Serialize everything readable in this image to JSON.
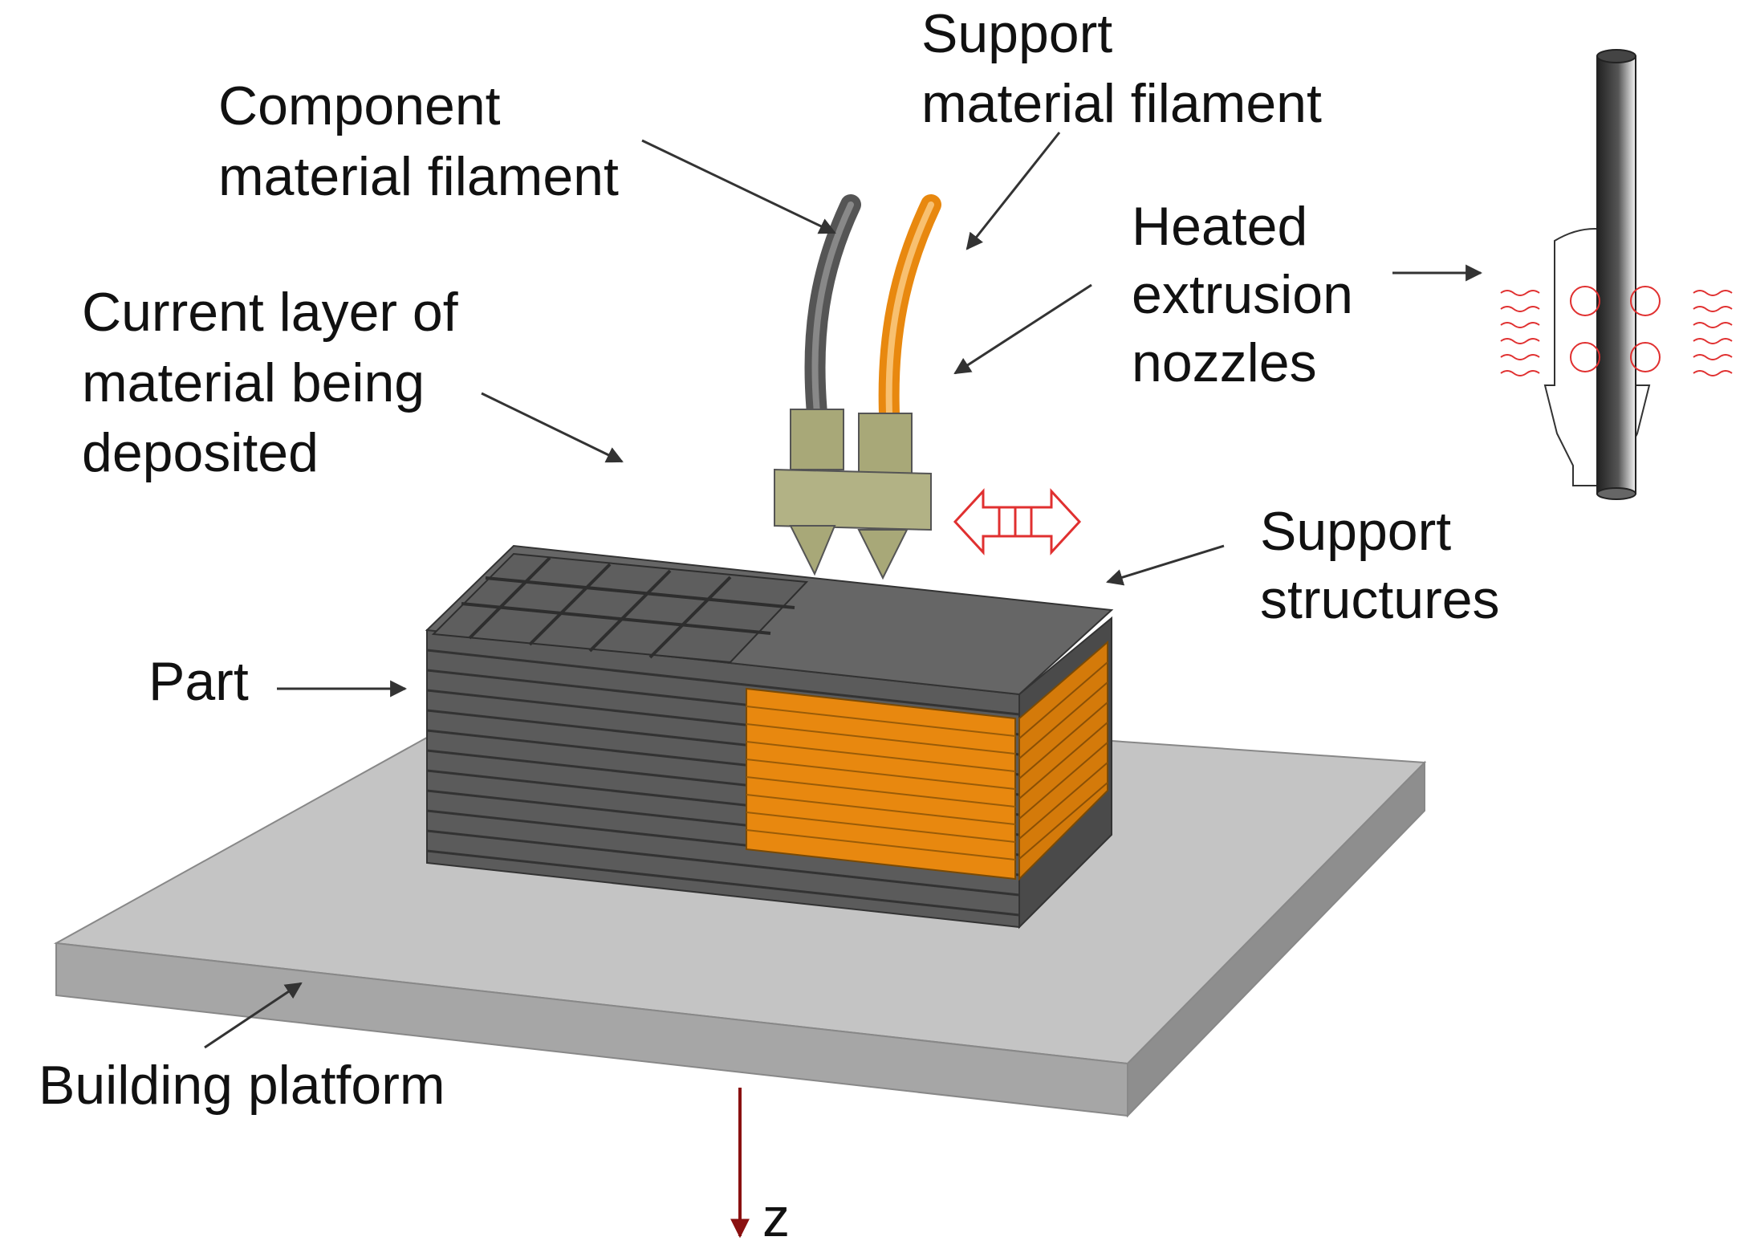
{
  "labels": {
    "component_filament": [
      "Component",
      "material filament"
    ],
    "support_filament": [
      "Support",
      "material filament"
    ],
    "heated_nozzles": [
      "Heated",
      "extrusion",
      "nozzles"
    ],
    "current_layer": [
      "Current layer of",
      "material being",
      "deposited"
    ],
    "support_structures": [
      "Support",
      "structures"
    ],
    "part": "Part",
    "building_platform": "Building platform",
    "z_axis": "z"
  },
  "colors": {
    "part": "#5b5b5b",
    "support": "#e8880f",
    "platform": "#bdbdbd",
    "nozzle": "#a8a878",
    "arrow_red": "#e03030",
    "z_axis": "#8a1010"
  },
  "icons": {
    "motion_arrow": "double-arrow-left-right",
    "heat": "heat-waves"
  }
}
